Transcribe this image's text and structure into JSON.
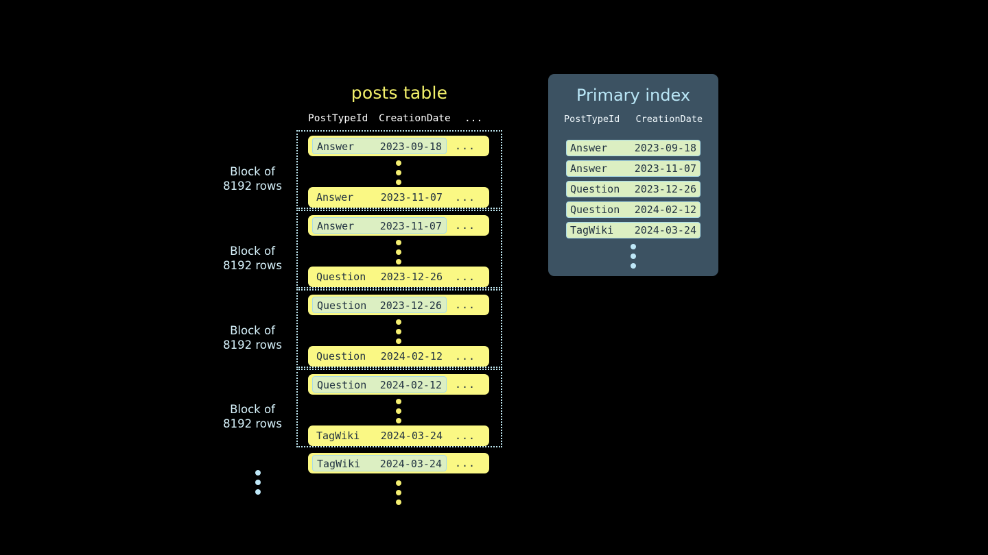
{
  "posts_table": {
    "title": "posts table",
    "columns": [
      "PostTypeId",
      "CreationDate",
      "..."
    ],
    "more_cell": "...",
    "block_label_line1": "Block of",
    "block_label_line2": "8192 rows",
    "blocks": [
      {
        "label_line1": "Block of",
        "label_line2": "8192 rows",
        "first_row": {
          "post_type_id": "Answer",
          "creation_date": "2023-09-18",
          "highlighted": true
        },
        "last_row": {
          "post_type_id": "Answer",
          "creation_date": "2023-11-07",
          "highlighted": false
        }
      },
      {
        "label_line1": "Block of",
        "label_line2": "8192 rows",
        "first_row": {
          "post_type_id": "Answer",
          "creation_date": "2023-11-07",
          "highlighted": true
        },
        "last_row": {
          "post_type_id": "Question",
          "creation_date": "2023-12-26",
          "highlighted": false
        }
      },
      {
        "label_line1": "Block of",
        "label_line2": "8192 rows",
        "first_row": {
          "post_type_id": "Question",
          "creation_date": "2023-12-26",
          "highlighted": true
        },
        "last_row": {
          "post_type_id": "Question",
          "creation_date": "2024-02-12",
          "highlighted": false
        }
      },
      {
        "label_line1": "Block of",
        "label_line2": "8192 rows",
        "first_row": {
          "post_type_id": "Question",
          "creation_date": "2024-02-12",
          "highlighted": true
        },
        "last_row": {
          "post_type_id": "TagWiki",
          "creation_date": "2024-03-24",
          "highlighted": false
        }
      }
    ],
    "trailing_row": {
      "post_type_id": "TagWiki",
      "creation_date": "2024-03-24",
      "highlighted": true
    }
  },
  "primary_index": {
    "title": "Primary index",
    "columns": [
      "PostTypeId",
      "CreationDate"
    ],
    "rows": [
      {
        "post_type_id": "Answer",
        "creation_date": "2023-09-18"
      },
      {
        "post_type_id": "Answer",
        "creation_date": "2023-11-07"
      },
      {
        "post_type_id": "Question",
        "creation_date": "2023-12-26"
      },
      {
        "post_type_id": "Question",
        "creation_date": "2024-02-12"
      },
      {
        "post_type_id": "TagWiki",
        "creation_date": "2024-03-24"
      }
    ]
  },
  "colors": {
    "background": "#000000",
    "row_yellow": "#faf884",
    "highlight_green": "#dcefc2",
    "highlight_border": "#a9dbe8",
    "panel_slate": "#3c5262",
    "accent_blue": "#bfe8f8",
    "title_yellow": "#f2f06a",
    "title_blue": "#b9e6f6",
    "text_dark": "#1f3040"
  }
}
